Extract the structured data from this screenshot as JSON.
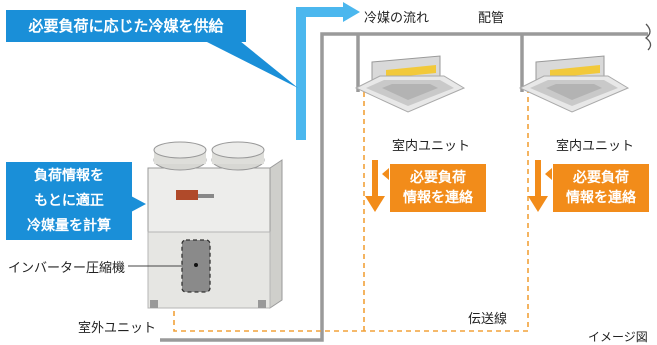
{
  "callouts": {
    "top": "必要負荷に応じた冷媒を供給",
    "left_line1": "負荷情報を",
    "left_line2": "もとに適正",
    "left_line3": "冷媒量を計算"
  },
  "labels": {
    "refrigerant_flow": "冷媒の流れ",
    "piping": "配管",
    "indoor_unit_1": "室内ユニット",
    "indoor_unit_2": "室内ユニット",
    "inverter_compressor": "インバーター圧縮機",
    "outdoor_unit": "室外ユニット",
    "signal_line": "伝送線",
    "image_note": "イメージ図"
  },
  "info_boxes": [
    {
      "line1": "必要負荷",
      "line2": "情報を連絡"
    },
    {
      "line1": "必要負荷",
      "line2": "情報を連絡"
    }
  ],
  "colors": {
    "callout_blue": "#1a8fd8",
    "flow_arrow_blue": "#4bb7ee",
    "info_orange": "#f28c1a",
    "signal_dash_orange": "#f2a23a",
    "pipe_gray": "#9a9a9a"
  }
}
